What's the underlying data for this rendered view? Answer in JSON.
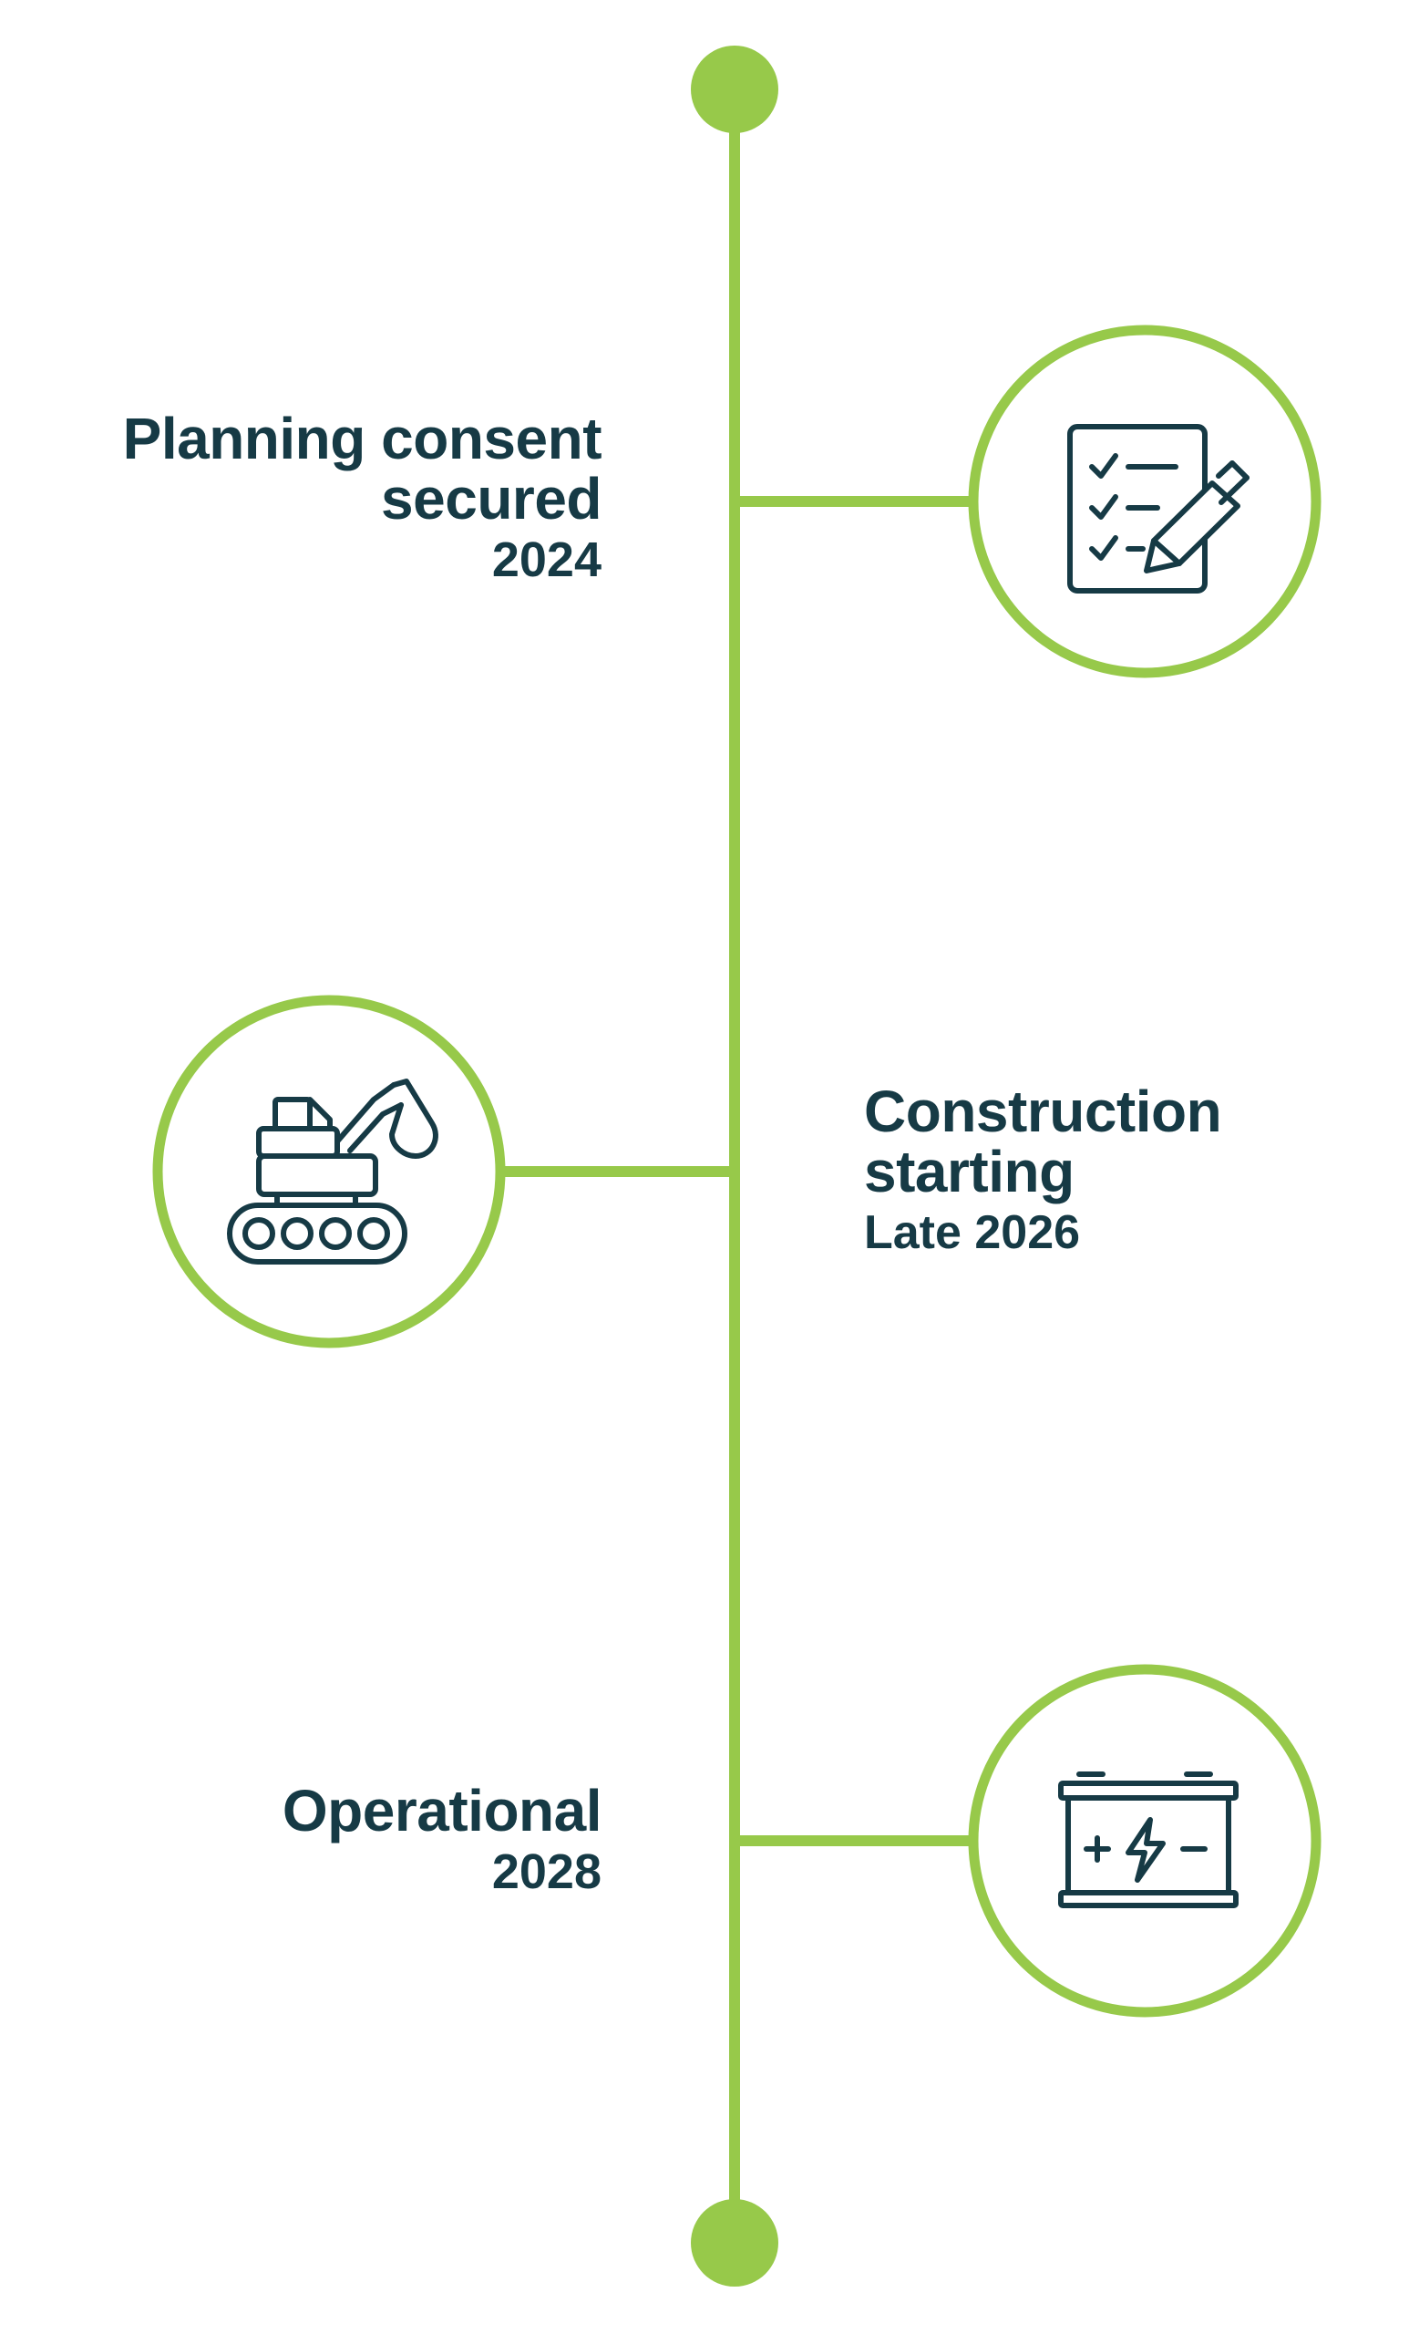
{
  "timeline": {
    "accent_color": "#97c94a",
    "text_color": "#163a45",
    "icon_color": "#163a45",
    "milestones": [
      {
        "title_lines": [
          "Planning consent",
          "secured"
        ],
        "date": "2024",
        "icon": "checklist-pen-icon"
      },
      {
        "title_lines": [
          "Construction",
          "starting"
        ],
        "date": "Late 2026",
        "icon": "excavator-icon"
      },
      {
        "title_lines": [
          "Operational"
        ],
        "date": "2028",
        "icon": "battery-icon"
      }
    ]
  }
}
